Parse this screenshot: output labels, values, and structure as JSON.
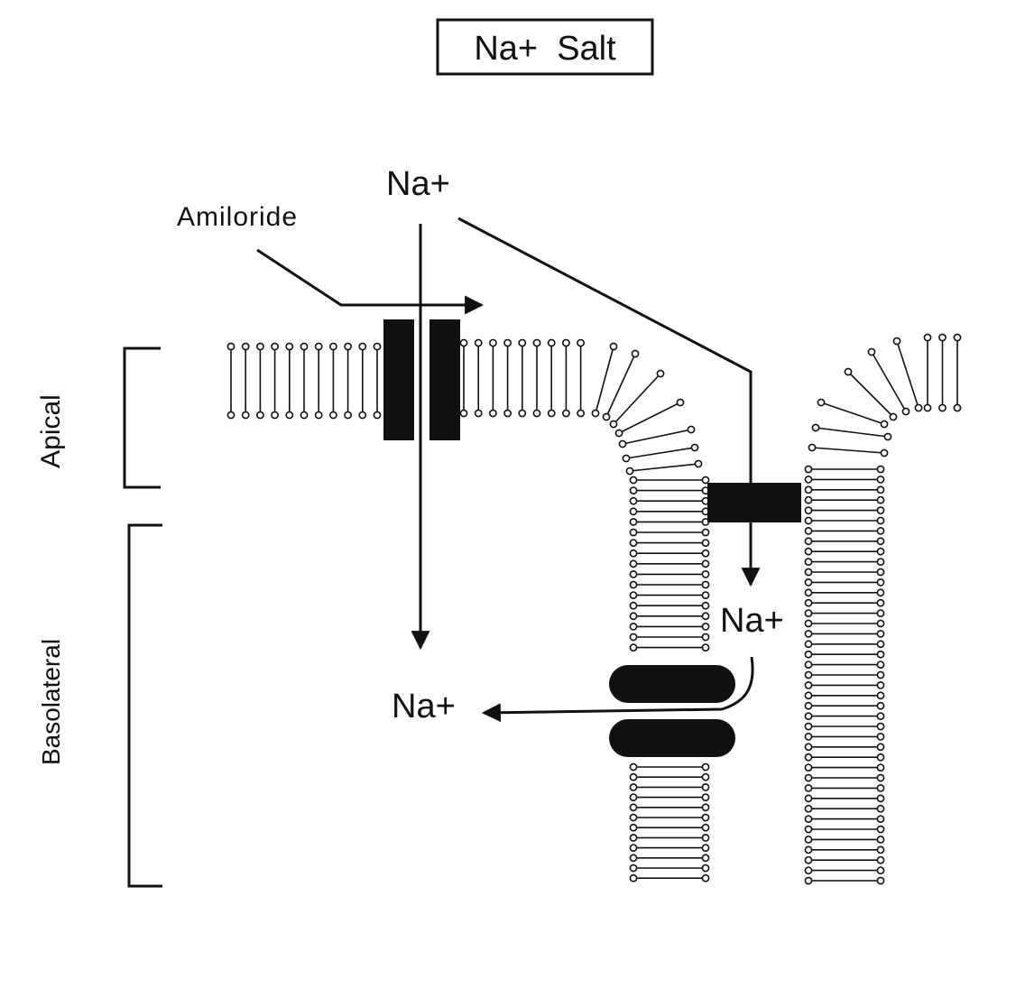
{
  "title": "Na+  Salt",
  "labels": {
    "na_top": "Na+",
    "amiloride": "Amiloride",
    "na_right": "Na+",
    "na_bottom": "Na+",
    "apical": "Apical",
    "basolateral": "Basolateral"
  },
  "colors": {
    "ink": "#111111",
    "background": "#ffffff"
  }
}
